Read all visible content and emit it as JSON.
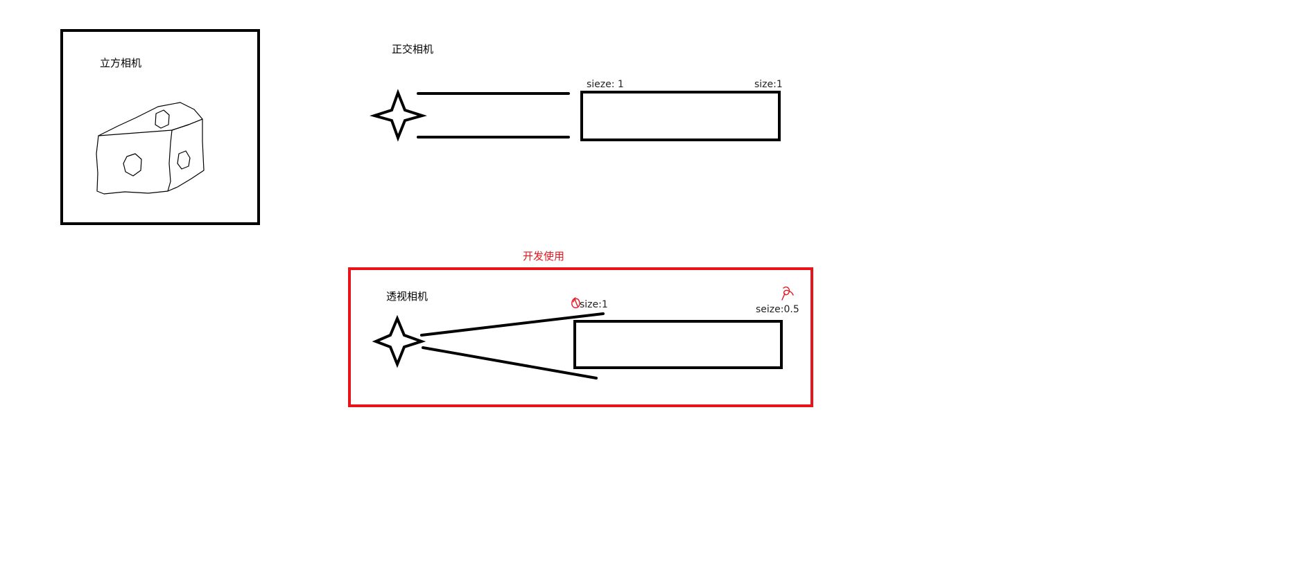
{
  "cube_camera": {
    "title": "立方相机"
  },
  "ortho_camera": {
    "title": "正交相机",
    "near_size_label": "sieze: 1",
    "far_size_label": "size:1"
  },
  "dev_section": {
    "title": "开发使用",
    "accent_color": "#e8141c"
  },
  "perspective_camera": {
    "title": "透视相机",
    "near_size_label": "size:1",
    "far_size_label": "seize:0.5"
  },
  "colors": {
    "stroke": "#000000",
    "background": "#ffffff",
    "highlight": "#e8141c"
  }
}
